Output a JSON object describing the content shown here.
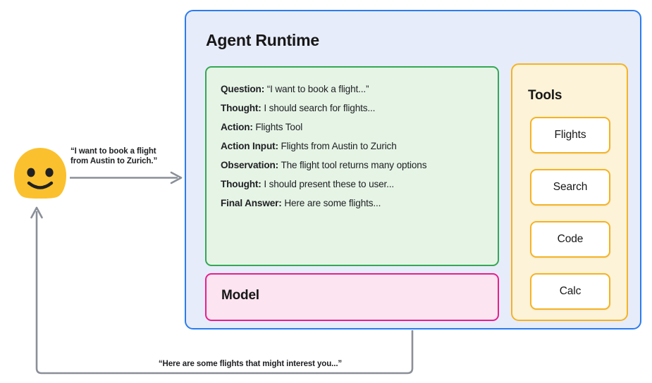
{
  "colors": {
    "panel_border": "#2B7CF0",
    "panel_fill": "#E7ECFB",
    "trace_border": "#34A853",
    "trace_fill": "#E6F4E6",
    "model_border": "#E91E8C",
    "model_fill": "#FCE4F0",
    "tools_border": "#F5B324",
    "tools_fill": "#FDF3D8",
    "avatar": "#FBC02D",
    "connector": "#8A8F98"
  },
  "user": {
    "avatar_icon": "smiley-face-icon",
    "request_label": "“I want to book a flight\nfrom Austin to Zurich.”",
    "response_label": "“Here are some flights that might interest you...”"
  },
  "panel": {
    "title": "Agent Runtime"
  },
  "trace": {
    "lines": [
      {
        "key": "Question:",
        "value": "“I want to book a flight...”"
      },
      {
        "key": "Thought:",
        "value": "I should search for flights..."
      },
      {
        "key": "Action:",
        "value": "Flights Tool"
      },
      {
        "key": "Action Input:",
        "value": "Flights from Austin to Zurich"
      },
      {
        "key": "Observation:",
        "value": "The flight tool returns many options"
      },
      {
        "key": "Thought:",
        "value": "I should present these to user..."
      },
      {
        "key": "Final Answer:",
        "value": "Here are some flights..."
      }
    ]
  },
  "model": {
    "title": "Model"
  },
  "tools": {
    "title": "Tools",
    "items": [
      {
        "label": "Flights"
      },
      {
        "label": "Search"
      },
      {
        "label": "Code"
      },
      {
        "label": "Calc"
      }
    ]
  }
}
